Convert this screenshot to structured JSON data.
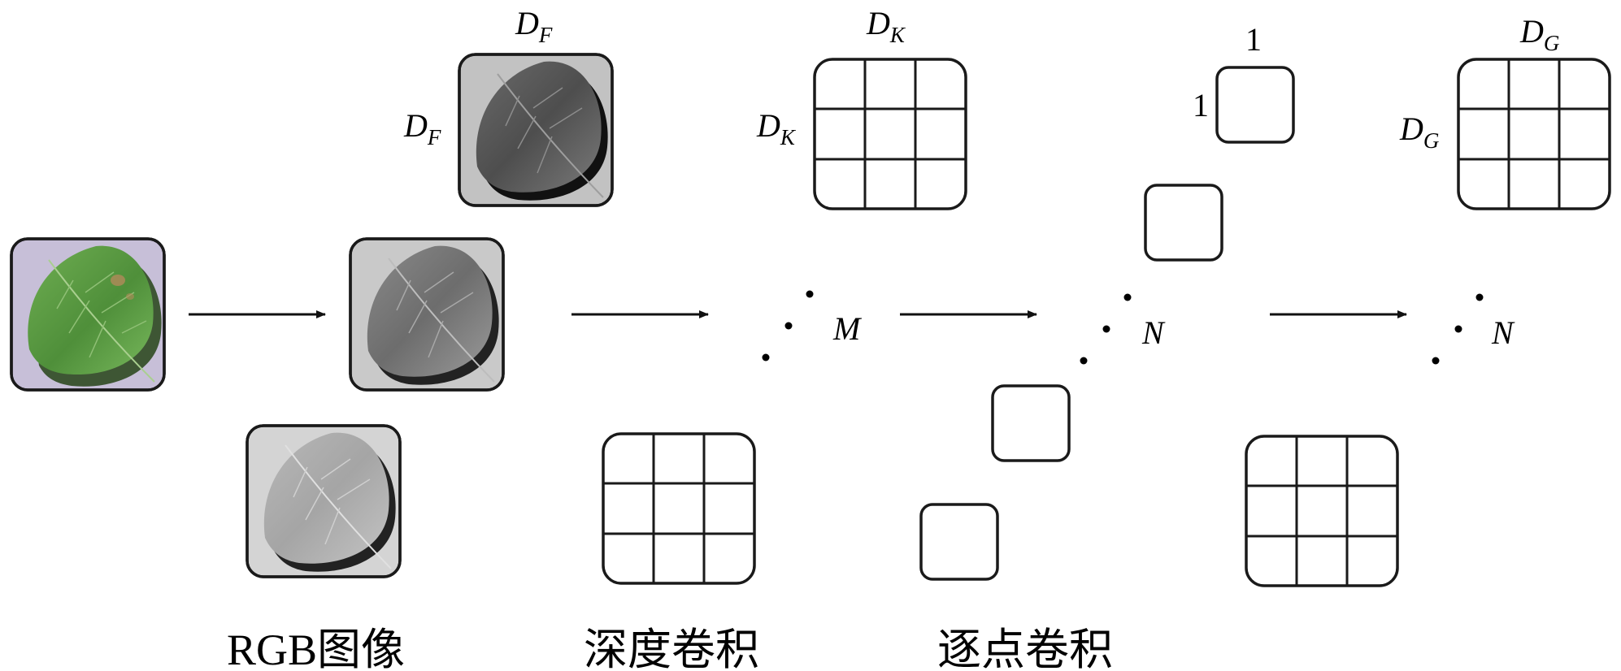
{
  "labels": {
    "df_top": "D",
    "df_top_sub": "F",
    "df_left": "D",
    "df_left_sub": "F",
    "dk_top": "D",
    "dk_top_sub": "K",
    "dk_left": "D",
    "dk_left_sub": "K",
    "dg_top": "D",
    "dg_top_sub": "G",
    "dg_left": "D",
    "dg_left_sub": "G",
    "one_top": "1",
    "one_left": "1",
    "m": "M",
    "n1": "N",
    "n2": "N"
  },
  "captions": {
    "rgb": "RGB图像",
    "depthwise": "深度卷积",
    "pointwise": "逐点卷积"
  },
  "icons": {
    "color_leaf": "leaf-color-icon",
    "gray_leaf": "leaf-grayscale-icon"
  },
  "colors": {
    "leaf_green": "#5f9a45",
    "leaf_bg": "#c7bfd8",
    "gray_bg": "#c9c9c9"
  }
}
